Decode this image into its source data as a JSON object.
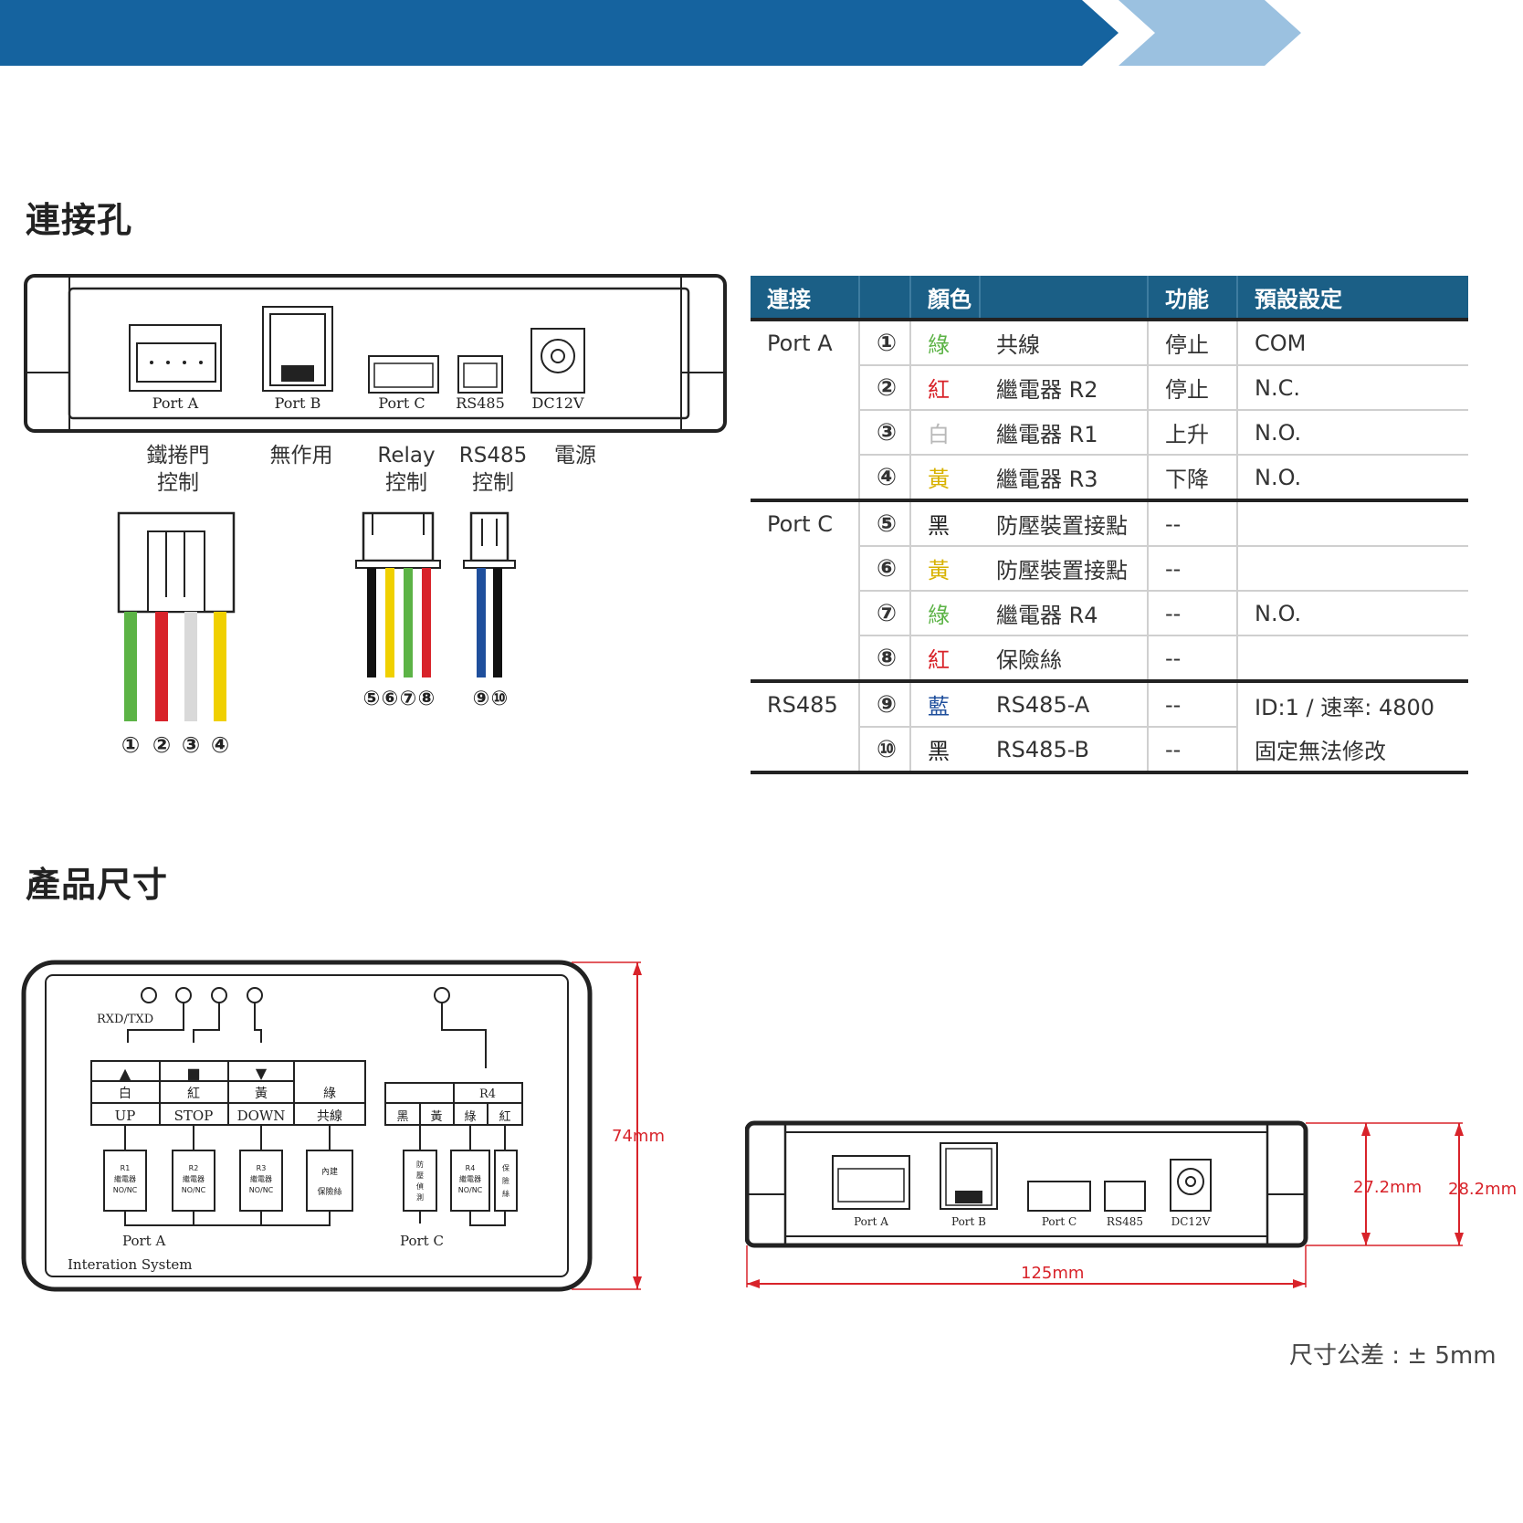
{
  "colors": {
    "banner_dark": "#15639f",
    "banner_light": "#9bc1e0",
    "header_bg": "#1b5f86",
    "dim_red": "#d8232a",
    "wire_green": "#5cb346",
    "wire_red": "#d8232a",
    "wire_white": "#d9d9d9",
    "wire_yellow": "#f0d000",
    "wire_black": "#111111",
    "wire_blue": "#1f4f9c"
  },
  "sections": {
    "ports_title": "連接孔",
    "dims_title": "產品尺寸"
  },
  "device_front": {
    "port_labels": [
      "Port A",
      "Port B",
      "Port C",
      "RS485",
      "DC12V"
    ],
    "port_captions": [
      "鐵捲門\n控制",
      "無作用",
      "Relay\n控制",
      "RS485\n控制",
      "電源"
    ]
  },
  "connectors": {
    "port_a_pins": [
      "①",
      "②",
      "③",
      "④"
    ],
    "port_c_pins": [
      "⑤",
      "⑥",
      "⑦",
      "⑧"
    ],
    "rs485_pins": [
      "⑨",
      "⑩"
    ]
  },
  "table": {
    "headers": [
      "連接",
      "",
      "顏色",
      "",
      "功能",
      "預設設定"
    ],
    "rows": [
      {
        "port": "Port A",
        "num": "①",
        "color": "綠",
        "color_key": "c-green",
        "desc": "共線",
        "func": "停止",
        "setting": "COM"
      },
      {
        "port": "",
        "num": "②",
        "color": "紅",
        "color_key": "c-red",
        "desc": "繼電器 R2",
        "func": "停止",
        "setting": "N.C."
      },
      {
        "port": "",
        "num": "③",
        "color": "白",
        "color_key": "c-white",
        "desc": "繼電器 R1",
        "func": "上升",
        "setting": "N.O."
      },
      {
        "port": "",
        "num": "④",
        "color": "黃",
        "color_key": "c-yellow",
        "desc": "繼電器 R3",
        "func": "下降",
        "setting": "N.O."
      },
      {
        "port": "Port C",
        "num": "⑤",
        "color": "黑",
        "color_key": "c-black",
        "desc": "防壓裝置接點",
        "func": "--",
        "setting": ""
      },
      {
        "port": "",
        "num": "⑥",
        "color": "黃",
        "color_key": "c-yellow",
        "desc": "防壓裝置接點",
        "func": "--",
        "setting": ""
      },
      {
        "port": "",
        "num": "⑦",
        "color": "綠",
        "color_key": "c-green",
        "desc": "繼電器 R4",
        "func": "--",
        "setting": "N.O."
      },
      {
        "port": "",
        "num": "⑧",
        "color": "紅",
        "color_key": "c-red",
        "desc": "保險絲",
        "func": "--",
        "setting": ""
      },
      {
        "port": "RS485",
        "num": "⑨",
        "color": "藍",
        "color_key": "c-blue",
        "desc": "RS485-A",
        "func": "--",
        "setting": "ID:1 / 速率: 4800"
      },
      {
        "port": "",
        "num": "⑩",
        "color": "黑",
        "color_key": "c-black",
        "desc": "RS485-B",
        "func": "--",
        "setting": "固定無法修改"
      }
    ]
  },
  "schematic": {
    "rxd_label": "RXD/TXD",
    "arrows": [
      "▲",
      "■",
      "▼"
    ],
    "color_row": [
      "白",
      "紅",
      "黃",
      "綠"
    ],
    "func_row": [
      "UP",
      "STOP",
      "DOWN",
      "共線"
    ],
    "portc_color_row": [
      "黑",
      "黃",
      "綠",
      "紅"
    ],
    "r4_label": "R4",
    "relay_a": [
      "R1\n繼電器\nNO/NC",
      "R2\n繼電器\nNO/NC",
      "R3\n繼電器\nNO/NC",
      "內建\n保險絲"
    ],
    "relay_c": [
      "防\n壓\n偵\n測",
      "R4\n繼電器\nNO/NC",
      "保\n險\n絲"
    ],
    "porta_label": "Port A",
    "portc_label": "Port C",
    "system_label": "Interation System"
  },
  "dimensions": {
    "height": "74mm",
    "depth_inner": "27.2mm",
    "depth_outer": "28.2mm",
    "width": "125mm",
    "tolerance": "尺寸公差 : ± 5mm"
  }
}
